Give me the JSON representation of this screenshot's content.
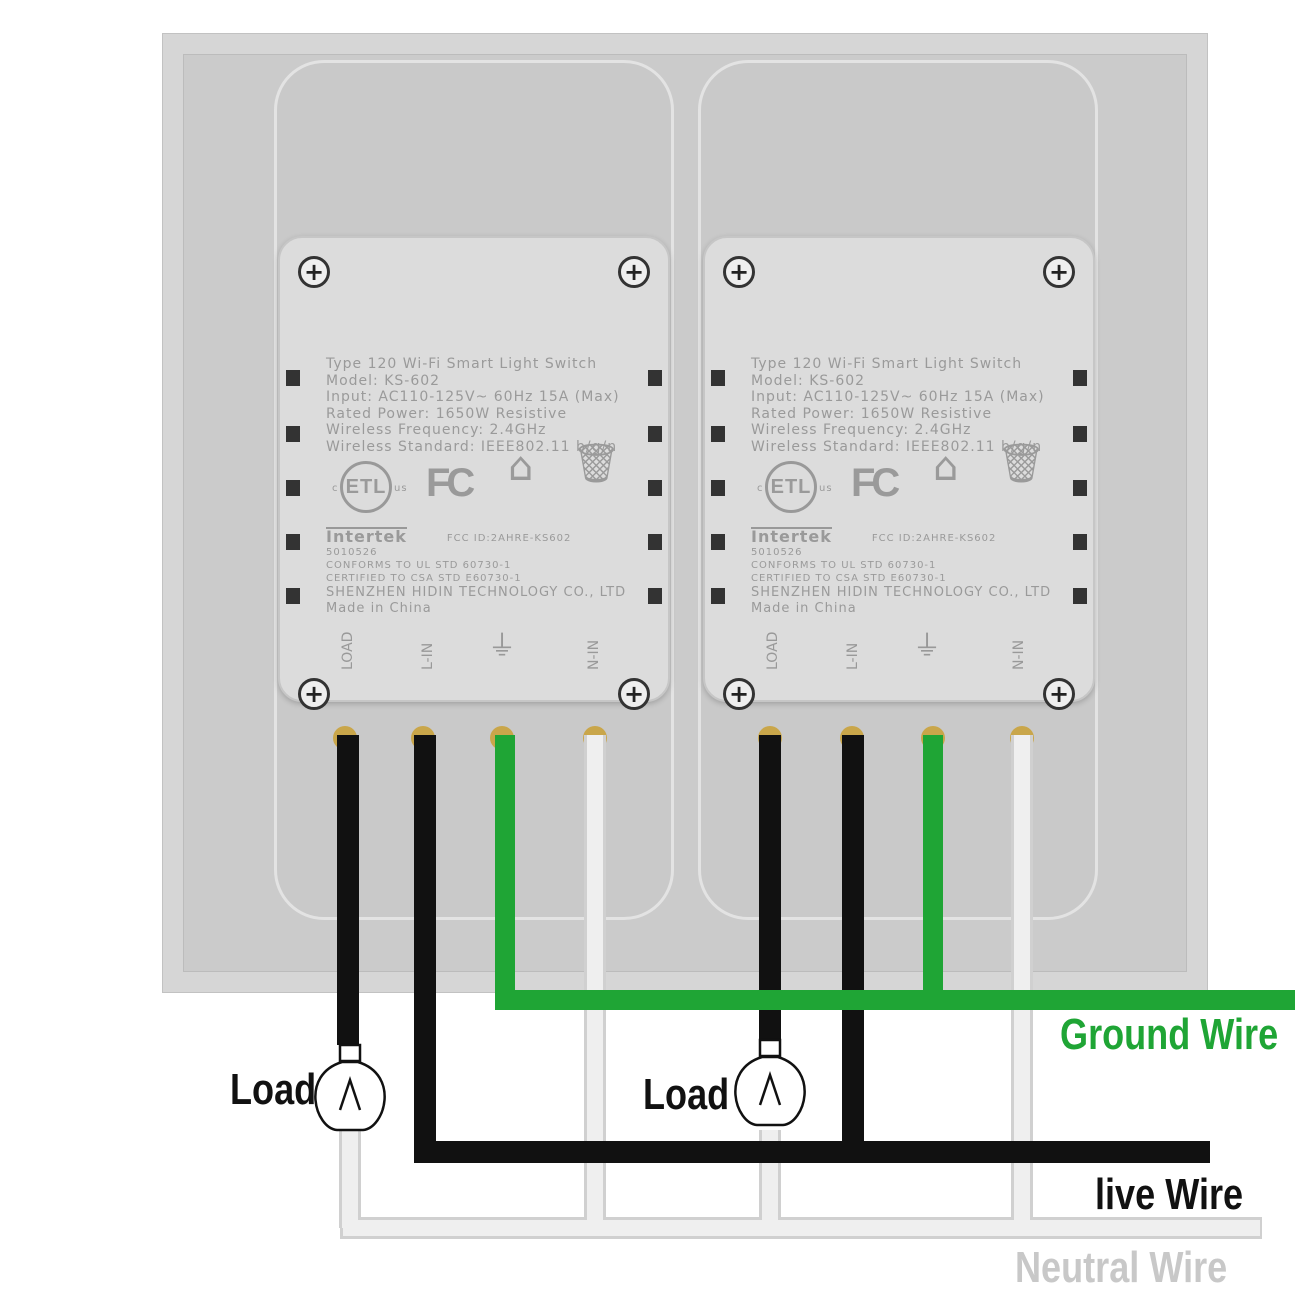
{
  "modules": [
    {
      "title": "Type 120 Wi-Fi Smart Light Switch",
      "model": "Model: KS-602",
      "input": "Input: AC110-125V~ 60Hz 15A (Max)",
      "rated_power": "Rated Power: 1650W   Resistive",
      "wireless_frequency": "Wireless Frequency: 2.4GHz",
      "wireless_standard": "Wireless Standard: IEEE802.11 b/g/n",
      "etl_c": "c",
      "etl_us": "us",
      "intertek": "Intertek",
      "intertek_number": "5010526",
      "fcc_logo": "FC",
      "fcc_id": "FCC ID:2AHRE-KS602",
      "conforms": "CONFORMS TO UL STD 60730-1",
      "certified": "CERTIFIED TO CSA STD E60730-1",
      "manufacturer": "SHENZHEN HIDIN TECHNOLOGY CO., LTD",
      "origin": "Made in China",
      "terminals": [
        "LOAD",
        "L-IN",
        "ground-symbol",
        "N-IN"
      ]
    },
    {
      "title": "Type 120 Wi-Fi Smart Light Switch",
      "model": "Model: KS-602",
      "input": "Input: AC110-125V~ 60Hz 15A (Max)",
      "rated_power": "Rated Power: 1650W   Resistive",
      "wireless_frequency": "Wireless Frequency: 2.4GHz",
      "wireless_standard": "Wireless Standard: IEEE802.11 b/g/n",
      "etl_c": "c",
      "etl_us": "us",
      "intertek": "Intertek",
      "intertek_number": "5010526",
      "fcc_logo": "FC",
      "fcc_id": "FCC ID:2AHRE-KS602",
      "conforms": "CONFORMS TO UL STD 60730-1",
      "certified": "CERTIFIED TO CSA STD E60730-1",
      "manufacturer": "SHENZHEN HIDIN TECHNOLOGY CO., LTD",
      "origin": "Made in China",
      "terminals": [
        "LOAD",
        "L-IN",
        "ground-symbol",
        "N-IN"
      ]
    }
  ],
  "labels": {
    "ground_wire": "Ground Wire",
    "load_left": "Load",
    "load_right": "Load",
    "live_wire": "live Wire",
    "neutral_wire": "Neutral Wire"
  },
  "colors": {
    "ground": "#1fa535",
    "live": "#111111",
    "neutral": "#e9e9e9",
    "neutral_label": "#c8c8c8"
  }
}
